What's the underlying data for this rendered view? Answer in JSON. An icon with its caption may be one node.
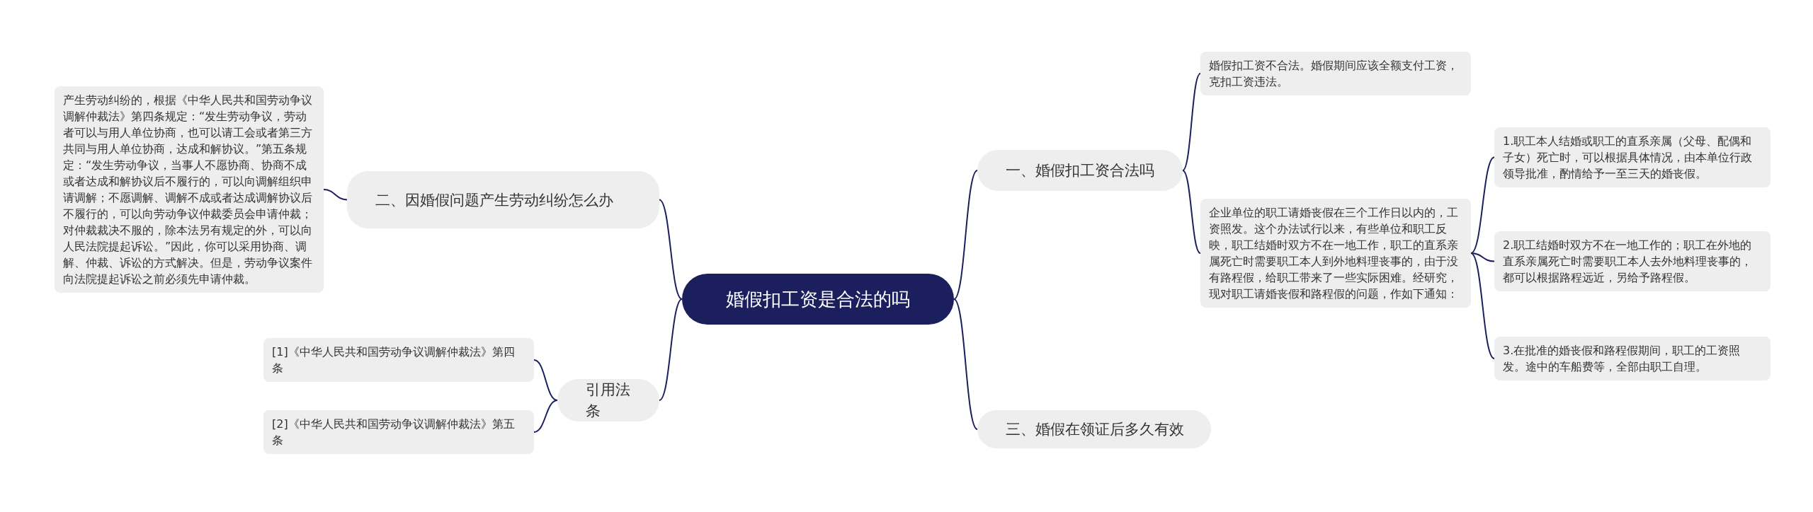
{
  "diagram": {
    "nodes": [
      {
        "text": [
          "婚假扣工资是合法的吗"
        ]
      },
      {
        "text": [
          "一、婚假扣工资合法吗"
        ]
      },
      {
        "text": [
          "婚假扣工资不合法。婚假期间应该全额支付工资，克扣工资违法。"
        ]
      },
      {
        "text": [
          "企业单位的职工请婚丧假在三个工作日以内的，工资照发。这个办法试行以来，有些单位和职工反映，职工结婚时双方不在一地工作，职工的直系亲属死亡时需要职工本人到外地料理丧事的，由于没有路程假，给职工带来了一些实际困难。经研究，现对职工请婚丧假和路程假的问题，作如下通知："
        ]
      },
      {
        "text": [
          "1.职工本人结婚或职工的直系亲属（父母、配偶和子女）死亡时，可以根据具体情况，由本单位行政领导批准，酌情给予一至三天的婚丧假。"
        ]
      },
      {
        "text": [
          "2.职工结婚时双方不在一地工作的；职工在外地的直系亲属死亡时需要职工本人去外地料理丧事的，都可以根据路程远近，另给予路程假。"
        ]
      },
      {
        "text": [
          "3.在批准的婚丧假和路程假期间，职工的工资照发。途中的车船费等，全部由职工自理。"
        ]
      },
      {
        "text": [
          "三、婚假在领证后多久有效"
        ]
      },
      {
        "text": [
          "二、因婚假问题产生劳动纠纷怎么办"
        ]
      },
      {
        "text": [
          "产生劳动纠纷的，根据《中华人民共和国劳动争议调解仲裁法》第四条规定：“发生劳动争议，劳动者可以与用人单位协商，也可以请工会或者第三方共同与用人单位协商，达成和解协议。”第五条规定：“发生劳动争议，当事人不愿协商、协商不成或者达成和解协议后不履行的，可以向调解组织申请调解；不愿调解、调解不成或者达成调解协议后不履行的，可以向劳动争议仲裁委员会申请仲裁；对仲裁裁决不服的，除本法另有规定的外，可以向人民法院提起诉讼。”因此，你可以采用协商、调解、仲裁、诉讼的方式解决。但是，劳动争议案件向法院提起诉讼之前必须先申请仲裁。"
        ]
      },
      {
        "text": [
          "引用法条"
        ]
      },
      {
        "text": [
          "[1]《中华人民共和国劳动争议调解仲裁法》第四条"
        ]
      },
      {
        "text": [
          "[2]《中华人民共和国劳动争议调解仲裁法》第五条"
        ]
      }
    ],
    "edges": [
      {
        "from": 0,
        "to": 1,
        "arrow": "none"
      },
      {
        "from": 1,
        "to": 2,
        "arrow": "none"
      },
      {
        "from": 1,
        "to": 3,
        "arrow": "none"
      },
      {
        "from": 3,
        "to": 4,
        "arrow": "none"
      },
      {
        "from": 3,
        "to": 5,
        "arrow": "none"
      },
      {
        "from": 3,
        "to": 6,
        "arrow": "none"
      },
      {
        "from": 0,
        "to": 7,
        "arrow": "none"
      },
      {
        "from": 0,
        "to": 8,
        "arrow": "none"
      },
      {
        "from": 8,
        "to": 9,
        "arrow": "none"
      },
      {
        "from": 0,
        "to": 10,
        "arrow": "none"
      },
      {
        "from": 10,
        "to": 11,
        "arrow": "none"
      },
      {
        "from": 10,
        "to": 12,
        "arrow": "none"
      }
    ]
  }
}
